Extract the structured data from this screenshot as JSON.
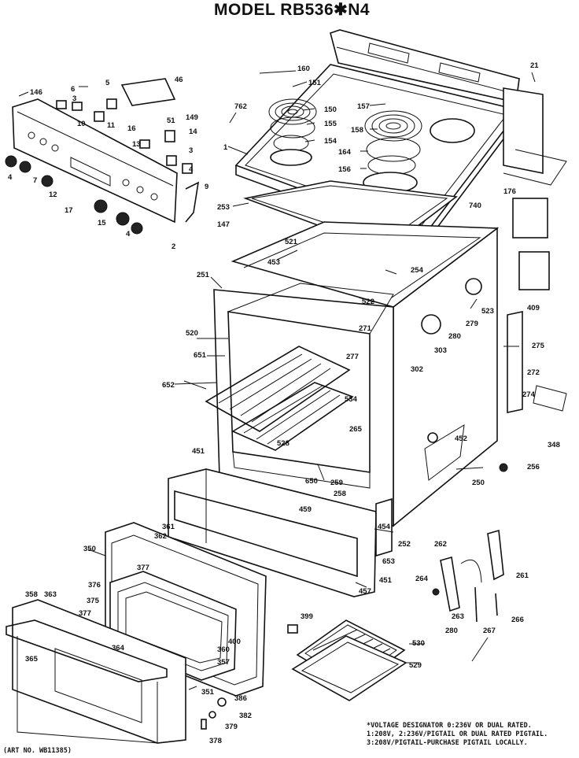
{
  "title": "MODEL RB536✱N4",
  "art_no": "(ART NO. WB11385)",
  "notes": [
    "*VOLTAGE DESIGNATOR 0:236V OR DUAL RATED.",
    "1:208V, 2:236V/PIGTAIL OR DUAL RATED PIGTAIL.",
    "3:208V/PIGTAIL-PURCHASE PIGTAIL LOCALLY."
  ],
  "labels": {
    "l146": "146",
    "l6": "6",
    "l5": "5",
    "l3a": "3",
    "l46": "46",
    "l10": "10",
    "l11": "11",
    "l16": "16",
    "l149": "149",
    "l51": "51",
    "l14": "14",
    "l13": "13",
    "l3b": "3",
    "l4a": "4",
    "l4b": "4",
    "l7": "7",
    "l12": "12",
    "l17": "17",
    "l15": "15",
    "l4c": "4",
    "l2": "2",
    "l9": "9",
    "l147": "147",
    "l160": "160",
    "l151": "151",
    "l762": "762",
    "l150": "150",
    "l155": "155",
    "l154": "154",
    "l1": "1",
    "l157": "157",
    "l158": "158",
    "l164": "164",
    "l156": "156",
    "l21": "21",
    "l253": "253",
    "l176": "176",
    "l740": "740",
    "l521": "521",
    "l453": "453",
    "l254": "254",
    "l251": "251",
    "l522": "522",
    "l523": "523",
    "l409": "409",
    "l271": "271",
    "l279": "279",
    "l280": "280",
    "l520": "520",
    "l277": "277",
    "l303": "303",
    "l275": "275",
    "l651": "651",
    "l302": "302",
    "l652": "652",
    "l534": "534",
    "l272": "272",
    "l274": "274",
    "l265": "265",
    "l452": "452",
    "l348": "348",
    "l528": "528",
    "l451a": "451",
    "l256": "256",
    "l650": "650",
    "l259": "259",
    "l258": "258",
    "l250": "250",
    "l459": "459",
    "l454": "454",
    "l361": "361",
    "l362": "362",
    "l252": "252",
    "l350": "350",
    "l262": "262",
    "l653": "653",
    "l377a": "377",
    "l451b": "451",
    "l261": "261",
    "l457": "457",
    "l376": "376",
    "l264": "264",
    "l358": "358",
    "l363": "363",
    "l375": "375",
    "l377b": "377",
    "l399": "399",
    "l263": "263",
    "l266": "266",
    "l400": "400",
    "l530": "530",
    "l280b": "280",
    "l267": "267",
    "l360": "360",
    "l364": "364",
    "l357": "357",
    "l365": "365",
    "l529": "529",
    "l351": "351",
    "l386": "386",
    "l382": "382",
    "l379": "379",
    "l378": "378"
  }
}
